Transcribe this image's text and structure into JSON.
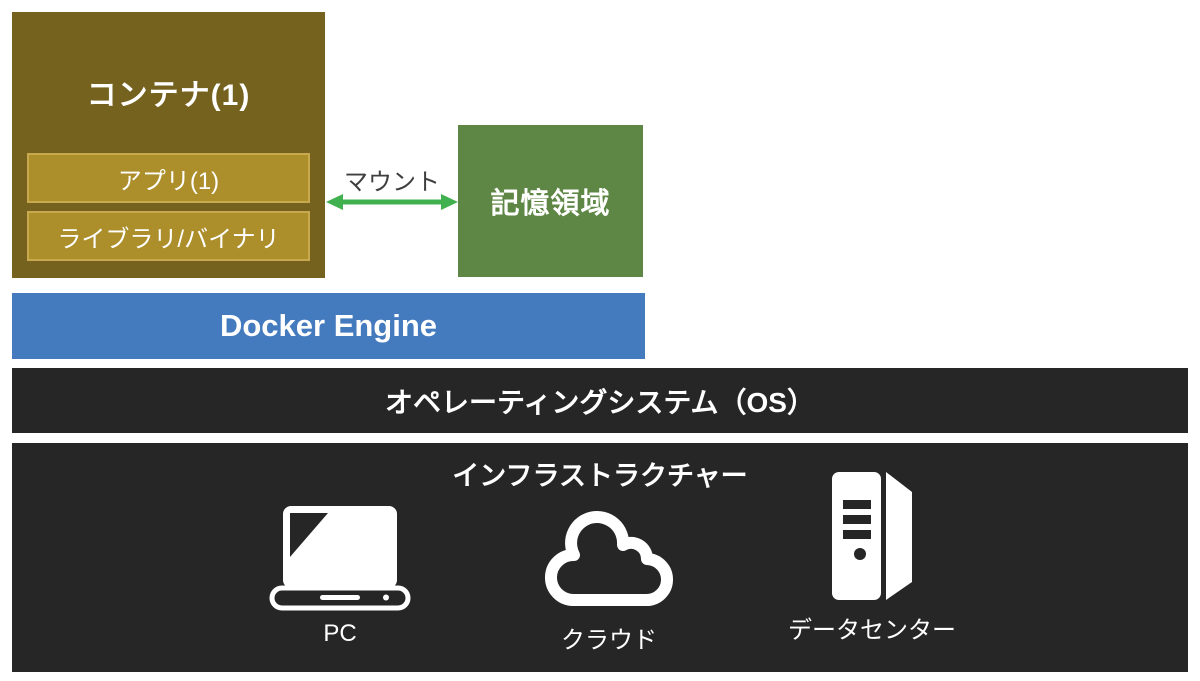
{
  "diagram": {
    "container": {
      "title": "コンテナ(1)",
      "layers": [
        {
          "label": "アプリ(1)"
        },
        {
          "label": "ライブラリ/バイナリ"
        }
      ]
    },
    "storage": {
      "label": "記憶領域"
    },
    "mount": {
      "label": "マウント"
    },
    "docker": {
      "label": "Docker Engine"
    },
    "os": {
      "label": "オペレーティングシステム（OS）"
    },
    "infrastructure": {
      "title": "インフラストラクチャー",
      "items": [
        {
          "icon": "laptop-icon",
          "label": "PC"
        },
        {
          "icon": "cloud-icon",
          "label": "クラウド"
        },
        {
          "icon": "server-icon",
          "label": "データセンター"
        }
      ]
    },
    "colors": {
      "container_fill": "#75621F",
      "layer_fill": "#AC8E2B",
      "layer_border": "#C9A94E",
      "storage_fill": "#5E8745",
      "docker_fill": "#447ABE",
      "dark_bar_fill": "#262626",
      "arrow_green": "#41B04E",
      "mount_text": "#3F3F3F",
      "text_white": "#FFFFFF"
    }
  }
}
